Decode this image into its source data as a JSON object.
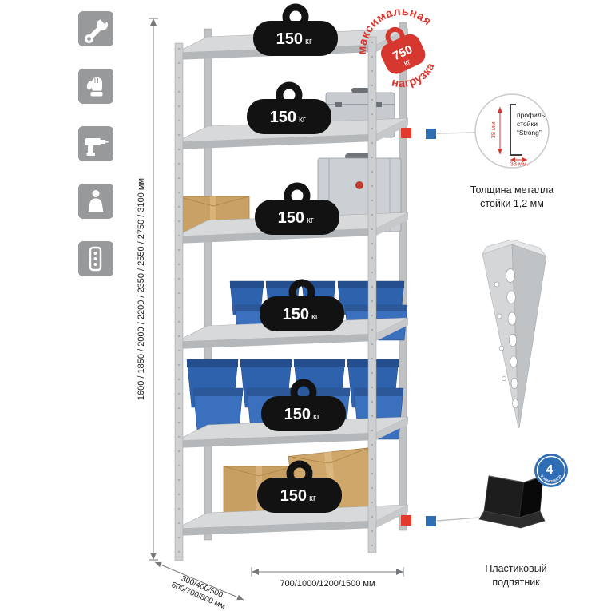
{
  "colors": {
    "accent_red": "#d6372f",
    "accent_blue": "#2f6db5",
    "icon_bg": "#98999b",
    "metal_light": "#d7d9da",
    "metal_mid": "#c3c5c7"
  },
  "left_toolbar": {
    "icons": [
      "wrench-icon",
      "gloves-icon",
      "drill-icon",
      "person-icon",
      "post-icon"
    ]
  },
  "dimensions": {
    "height": "1600 / 1850 / 2000 / 2200 / 2350 / 2550 / 2750 / 3100 мм",
    "depth_line1": "300/400/500",
    "depth_line2": "600/700/800 мм",
    "width": "700/1000/1200/1500 мм"
  },
  "rack": {
    "loads": [
      {
        "value": "150",
        "unit": "кг"
      },
      {
        "value": "150",
        "unit": "кг"
      },
      {
        "value": "150",
        "unit": "кг"
      },
      {
        "value": "150",
        "unit": "кг"
      },
      {
        "value": "150",
        "unit": "кг"
      },
      {
        "value": "150",
        "unit": "кг"
      }
    ]
  },
  "stamp": {
    "word_top": "максимальная",
    "word_bottom": "нагрузка",
    "value": "750",
    "unit": "кг"
  },
  "profile_detail": {
    "label_line1": "профиль",
    "label_line2": "стойки",
    "label_line3": "“Strong”",
    "dim_vertical": "38 мм",
    "dim_horizontal": "38 мм.",
    "caption_line1": "Толщина металла",
    "caption_line2": "стойки 1,2 мм"
  },
  "foot_detail": {
    "badge_value": "4",
    "badge_text": "в комплекте",
    "caption_line1": "Пластиковый",
    "caption_line2": "подпятник"
  }
}
